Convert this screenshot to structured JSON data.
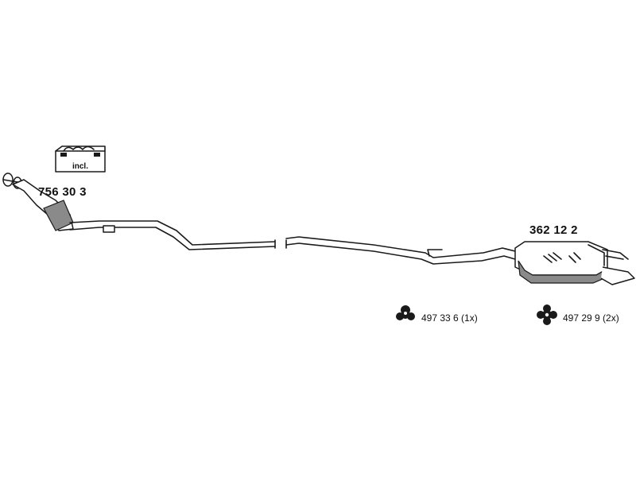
{
  "parts": {
    "front_pipe": {
      "number": "756 30 3"
    },
    "rear_silencer": {
      "number": "362 12 2"
    }
  },
  "kit_badge": {
    "label": "incl."
  },
  "mountings": [
    {
      "number": "497 33 6 (1x)",
      "icon": "three-lobe-rubber-mount-icon"
    },
    {
      "number": "497 29 9 (2x)",
      "icon": "four-lobe-rubber-mount-icon"
    }
  ]
}
